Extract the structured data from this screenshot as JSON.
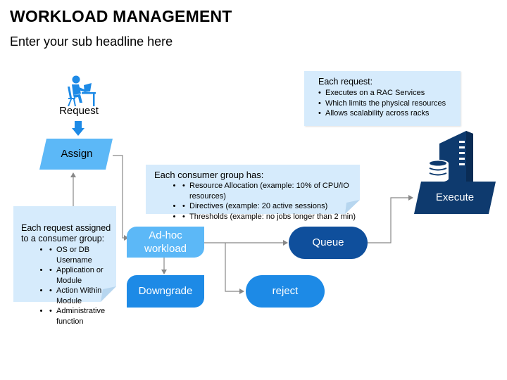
{
  "header": {
    "title": "WORKLOAD MANAGEMENT",
    "subtitle": "Enter your sub headline here"
  },
  "nodes": {
    "request": "Request",
    "assign": "Assign",
    "adhoc_line1": "Ad-hoc",
    "adhoc_line2": "workload",
    "downgrade": "Downgrade",
    "queue": "Queue",
    "reject": "reject",
    "execute": "Execute"
  },
  "notes": {
    "each_request": {
      "heading": "Each request:",
      "items": [
        "Executes on a RAC Services",
        "Which limits the physical resources",
        "Allows scalability across racks"
      ]
    },
    "consumer_group": {
      "heading": "Each consumer group has:",
      "items": [
        "Resource Allocation (example: 10% of CPU/IO resources)",
        "Directives (example: 20 active sessions)",
        "Thresholds (example: no jobs longer than 2 min)"
      ]
    },
    "assigned": {
      "heading_line1": "Each request assigned",
      "heading_line2": "to a consumer group:",
      "items": [
        "OS or DB Username",
        "Application or Module",
        "Action Within Module",
        "Administrative function"
      ]
    }
  },
  "colors": {
    "light_blue": "#5cb8f7",
    "mid_blue": "#1d8ae6",
    "dark_blue": "#0f4f9c",
    "navy": "#0e3a6e",
    "note_bg": "#d6ebfc",
    "connector": "#888888"
  },
  "icons": {
    "request": "person-at-desk-icon",
    "execute": "server-database-icon"
  }
}
